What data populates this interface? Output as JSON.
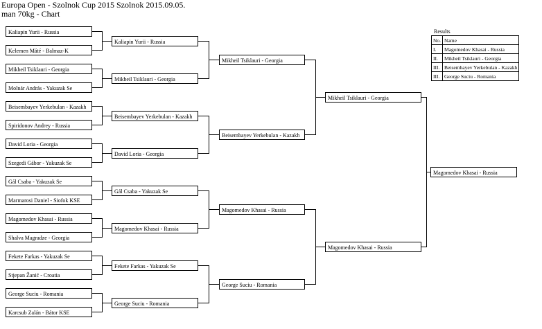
{
  "header": {
    "line1": "Europa Open - Szolnok Cup 2015 Szolnok 2015.09.05.",
    "line2": "man 70kg - Chart"
  },
  "round1": [
    "Kaliapin Yurii - Russia",
    "Kelemen Máté - Balmaz-K",
    "Mikheil Tsiklauri - Georgia",
    "Molnár András - Yakuzak Se",
    "Beisembayev Yerkebulan - Kazakh",
    "Spiridonov Andrey - Russia",
    "David Loria - Georgia",
    "Szegedi Gábor - Yakuzak Se",
    "Gál Csaba - Yakuzak Se",
    "Marmarosi Daniel - Siofok KSE",
    "Magomedov Khasai - Russia",
    "Shalva Magradze - Georgia",
    "Fekete Farkas - Yakuzak Se",
    "Stjepan Žanić - Croatia",
    "George Suciu - Romania",
    "Karcsub Zalán - Bátor KSE"
  ],
  "round2": [
    "Kaliapin Yurii - Russia",
    "Mikheil Tsiklauri - Georgia",
    "Beisembayev Yerkebulan - Kazakh",
    "David Loria - Georgia",
    "Gál Csaba - Yakuzak Se",
    "Magomedov Khasai - Russia",
    "Fekete Farkas - Yakuzak Se",
    "George Suciu - Romania"
  ],
  "round3": [
    "Mikheil Tsiklauri - Georgia",
    "Beisembayev Yerkebulan - Kazakh",
    "Magomedov Khasai - Russia",
    "George Suciu - Romania"
  ],
  "round4": [
    "Mikheil Tsiklauri - Georgia",
    "Magomedov Khasai - Russia"
  ],
  "final": "Magomedov Khasai - Russia",
  "results": {
    "caption": "Results",
    "header_place": "No.",
    "header_name": "Name",
    "rows": [
      {
        "place": "I.",
        "name": "Magomedov Khasai - Russia"
      },
      {
        "place": "II.",
        "name": "Mikheil Tsiklauri - Georgia"
      },
      {
        "place": "III.",
        "name": "Beisembayev Yerkebulan - Kazakh"
      },
      {
        "place": "III.",
        "name": "George Suciu - Romania"
      }
    ]
  }
}
